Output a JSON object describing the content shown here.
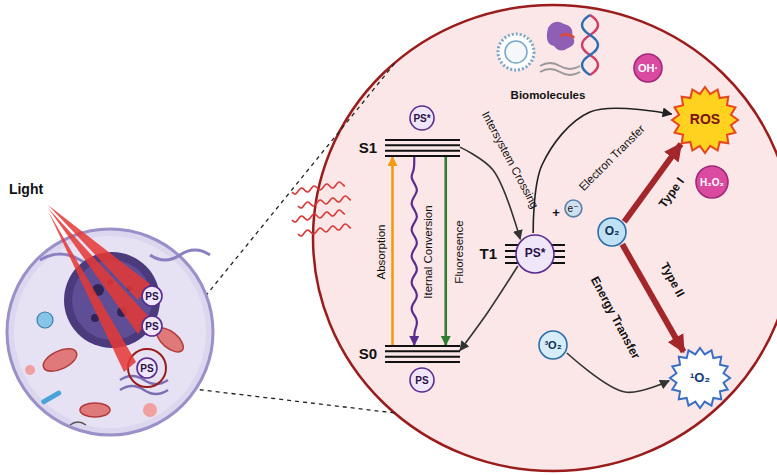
{
  "diagram": {
    "nodes": [
      {
        "text": [
          "PS"
        ]
      },
      {
        "text": [
          "PS"
        ]
      },
      {
        "text": [
          "PS"
        ]
      },
      {
        "text": [
          "S1"
        ]
      },
      {
        "text": [
          "PS*"
        ]
      },
      {
        "text": [
          "T1"
        ]
      },
      {
        "text": [
          "PS*"
        ]
      },
      {
        "text": [
          "S0"
        ]
      },
      {
        "text": [
          "PS"
        ]
      },
      {
        "text": [
          "e⁻"
        ]
      },
      {
        "text": [
          "OH·"
        ]
      },
      {
        "text": [
          "ROS"
        ]
      },
      {
        "text": [
          "H₂O₂"
        ]
      },
      {
        "text": [
          "O₂"
        ]
      },
      {
        "text": [
          "³O₂"
        ]
      },
      {
        "text": [
          "¹O₂"
        ]
      }
    ],
    "edges": [
      {
        "from": 7,
        "to": 3,
        "arrow": "to",
        "label": "Absorption"
      },
      {
        "from": 3,
        "to": 7,
        "arrow": "to",
        "label": "Iternal Conversion"
      },
      {
        "from": 3,
        "to": 7,
        "arrow": "to",
        "label": "Fluoresence"
      },
      {
        "from": 3,
        "to": 6,
        "arrow": "to",
        "label": "Intersystem Crossing"
      },
      {
        "from": 6,
        "to": 7,
        "arrow": "to"
      },
      {
        "from": 6,
        "to": 11,
        "arrow": "to",
        "label": "Electron Transfer"
      },
      {
        "from": 13,
        "to": 11,
        "arrow": "to",
        "label": "Type I"
      },
      {
        "from": 13,
        "to": 15,
        "arrow": "to",
        "label": "Type II"
      },
      {
        "from": 14,
        "to": 15,
        "arrow": "to"
      }
    ],
    "labels": [
      "Light",
      "Biomolecules",
      "+",
      "Energy Transfer"
    ]
  }
}
